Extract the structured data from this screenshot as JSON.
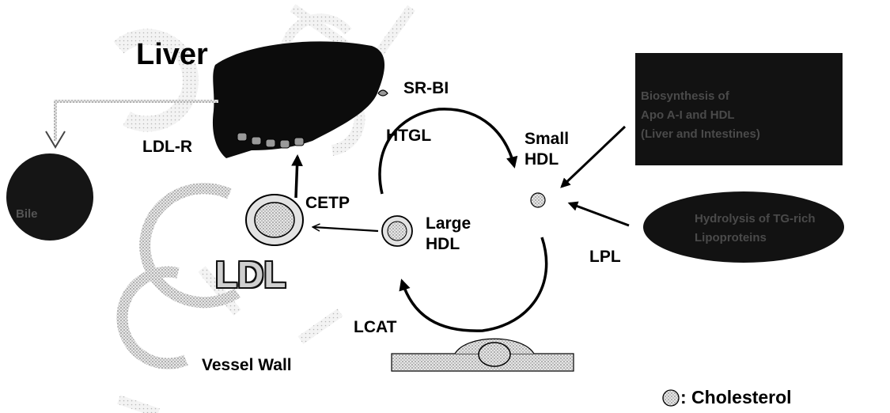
{
  "labels": {
    "liver": "Liver",
    "sr_bi": "SR-BI",
    "htgl": "HTGL",
    "ldl_r": "LDL-R",
    "cetp": "CETP",
    "small_hdl": "Small\nHDL",
    "large_hdl": "Large\nHDL",
    "ldl": "LDL",
    "lpl": "LPL",
    "lcat": "LCAT",
    "vessel_wall": "Vessel Wall",
    "bile": "Bile"
  },
  "apoa_box": {
    "lines": [
      "Biosynthesis of",
      "Apo A-I and HDL",
      "(Liver and Intestines)"
    ]
  },
  "hydrolysis_ellipse": {
    "lines": [
      "Hydrolysis of TG-rich",
      "Lipoproteins"
    ]
  },
  "legend": {
    "text": ": Cholesterol"
  },
  "colors": {
    "black": "#000000",
    "dark_shape": "#111111",
    "stipple_gray": "#bdbdbd",
    "faint_text": "#4a4a4a"
  }
}
